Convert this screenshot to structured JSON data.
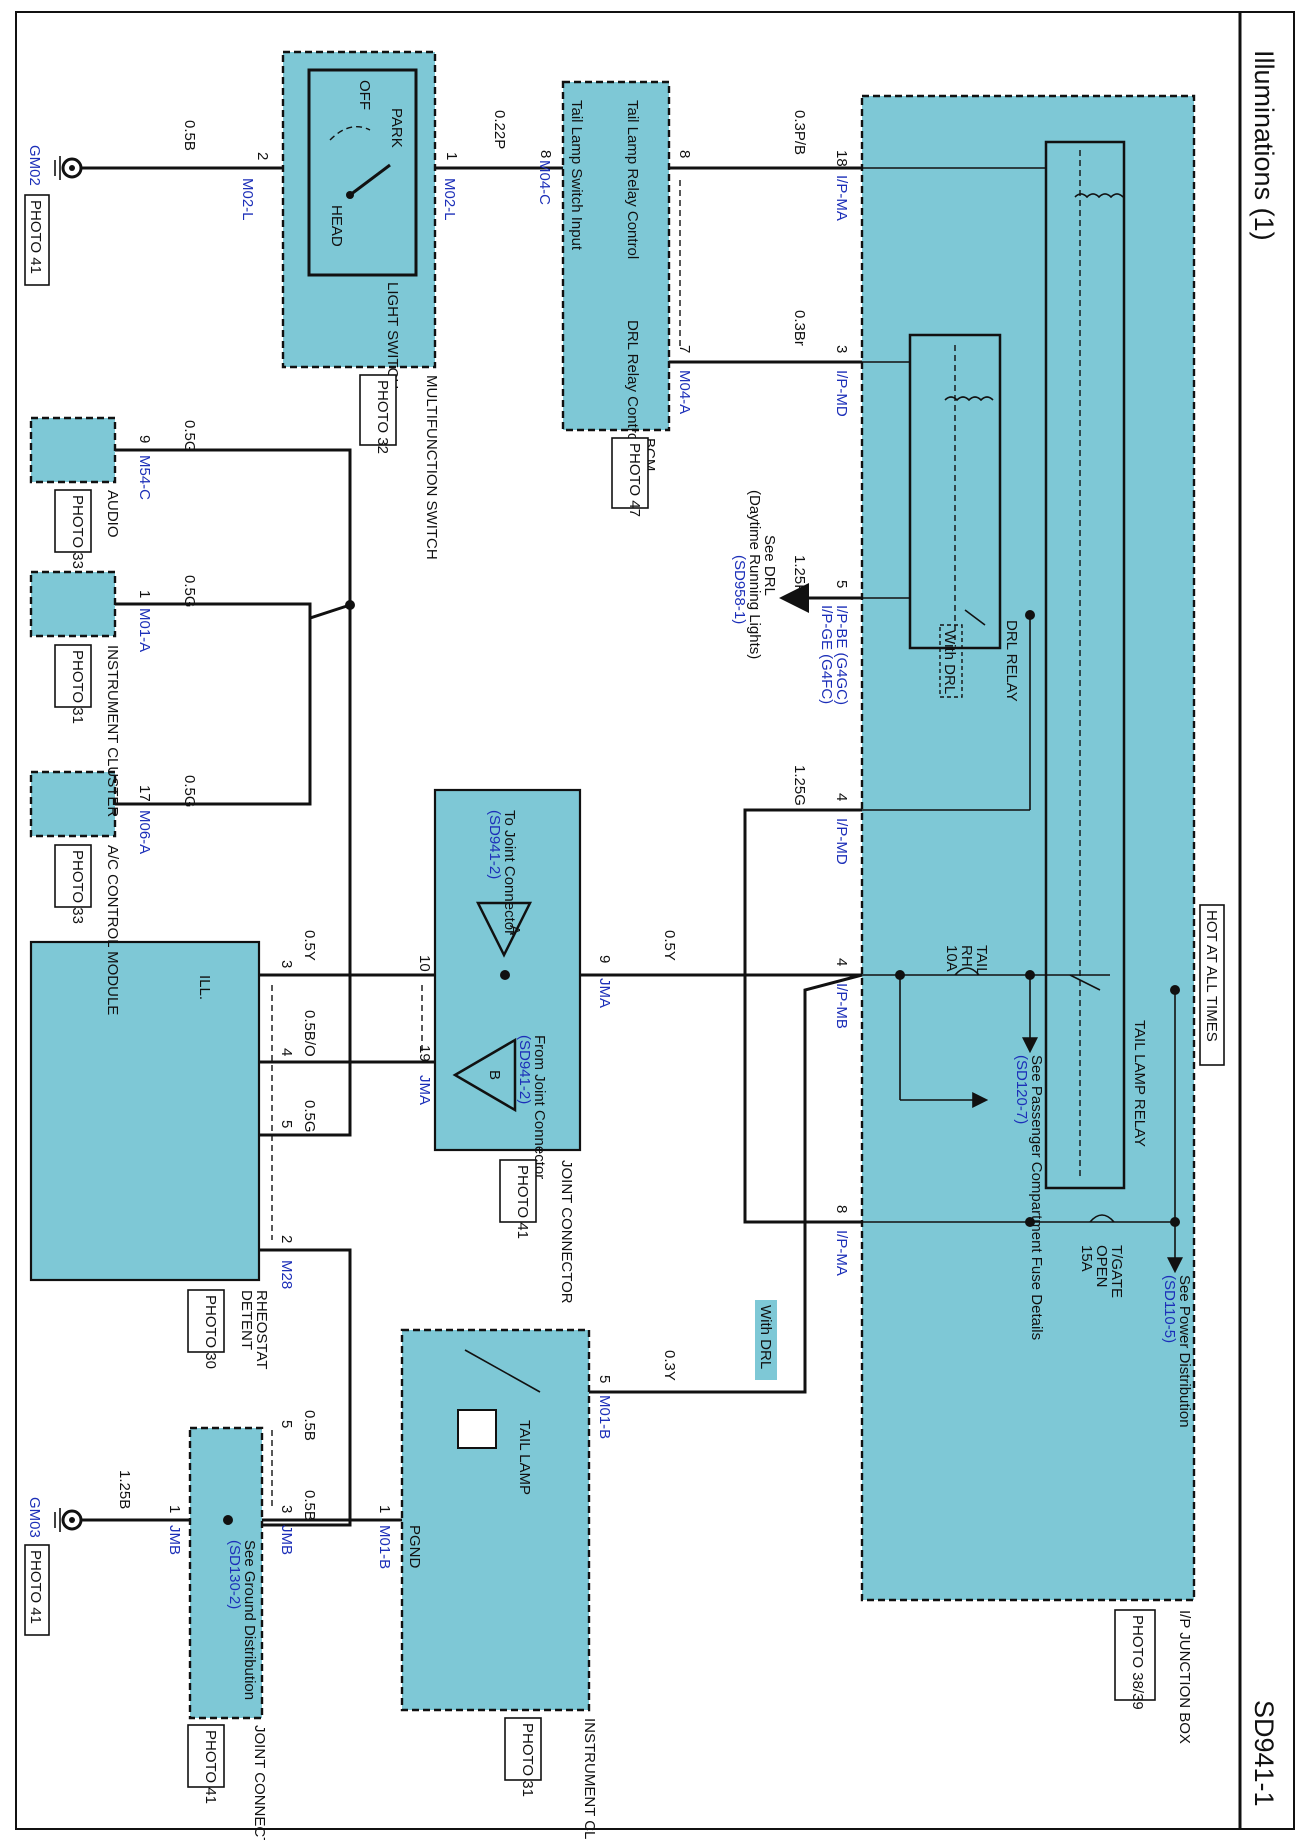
{
  "title": "Illuminations (1)",
  "page_code": "SD941-1",
  "hot_at_all_times": "HOT AT ALL TIMES",
  "grounds": [
    {
      "name": "GM02",
      "photo": "PHOTO 41"
    },
    {
      "name": "GM03",
      "photo": "PHOTO 41"
    }
  ],
  "light_switch": {
    "label": "LIGHT SWITCH",
    "module": "MULTIFUNCTION SWITCH",
    "photo": "PHOTO 32",
    "positions": [
      "OFF",
      "PARK",
      "HEAD"
    ],
    "left_connector": "M02-L",
    "right_connector": "M02-L",
    "left_pin": "2",
    "right_pin": "1"
  },
  "bcm": {
    "label": "BCM",
    "photo": "PHOTO 47",
    "input": "Tail Lamp Switch Input",
    "relay_ctrl": "Tail Lamp Relay Control",
    "drl_ctrl": "DRL Relay Control",
    "connector_c": "M04-C",
    "connector_a": "M04-A",
    "pin8_in": "8",
    "pin8_out": "8",
    "pin7": "7"
  },
  "junction_box": {
    "label": "I/P JUNCTION BOX",
    "photo": "PHOTO 38/39",
    "tail_relay": "TAIL LAMP RELAY",
    "drl_relay": "DRL RELAY",
    "with_drl": "With DRL",
    "fuse_tail": [
      "TAIL",
      "RH",
      "10A"
    ],
    "fuse_tgate": [
      "T/GATE",
      "OPEN",
      "15A"
    ],
    "see_power": "See Power Distribution",
    "see_power_ref": "(SD110-5)",
    "see_fuse": "See Passenger Compartment Fuse Details",
    "see_fuse_ref": "(SD120-7)",
    "connectors": [
      {
        "pin": "18",
        "name": "I/P-MA"
      },
      {
        "pin": "3",
        "name": "I/P-MD"
      },
      {
        "pin": "5",
        "name": "I/P-BE (G4GC)",
        "name2": "I/P-GE (G4FC)"
      },
      {
        "pin": "4",
        "name": "I/P-MD"
      },
      {
        "pin": "4",
        "name": "I/P-MB"
      },
      {
        "pin": "8",
        "name": "I/P-MA"
      }
    ]
  },
  "drl_ref": {
    "line1": "See DRL",
    "line2": "(Daytime Running Lights)",
    "ref": "(SD958-1)"
  },
  "wires": {
    "w1": "0.5B",
    "w2": "0.22P",
    "w3": "0.3P/B",
    "w4": "0.3Br",
    "w5": "1.25P",
    "w6": "1.25G",
    "w7": "0.5Y",
    "w8": "0.3Y",
    "w9": "0.5G",
    "w10": "0.5G",
    "w11": "0.5G",
    "w12": "0.5Y",
    "w13": "0.5B/O",
    "w14": "0.5G",
    "w15": "0.5B",
    "w16": "0.5B",
    "w17": "1.25B"
  },
  "audio": {
    "label": "AUDIO",
    "photo": "PHOTO 33",
    "connector": "M54-C",
    "pin": "9"
  },
  "cluster": {
    "label": "INSTRUMENT CLUSTER",
    "photo": "PHOTO 31",
    "connector": "M01-A",
    "pin": "1"
  },
  "ac": {
    "label": "A/C CONTROL MODULE",
    "photo": "PHOTO 33",
    "connector": "M06-A",
    "pin": "17"
  },
  "joint_connector": {
    "label": "JOINT CONNECTOR",
    "photo": "PHOTO 41",
    "to_text": "To Joint Connector",
    "to_ref": "(SD941-2)",
    "from_text": "From Joint Connector",
    "from_ref": "(SD941-2)",
    "marker_a": "A",
    "marker_b": "B",
    "connector": "JMA",
    "pin10": "10",
    "pin9": "9",
    "pin19": "19"
  },
  "rheostat": {
    "label": "RHEOSTAT",
    "label2": "DETENT",
    "photo": "PHOTO 30",
    "ill": "ILL.",
    "connector": "M28",
    "pins": [
      "3",
      "4",
      "5",
      "2"
    ]
  },
  "tail_cluster": {
    "label": "TAIL LAMP",
    "module": "INSTRUMENT CLUSTER",
    "photo": "PHOTO 31",
    "connector_b": "M01-B",
    "connector_b2": "M01-B",
    "pgnd": "PGND",
    "pin5": "5",
    "pin1": "1"
  },
  "with_drl_tag": "With DRL",
  "jmb": {
    "label": "JOINT CONNECTOR",
    "photo": "PHOTO 41",
    "connector": "JMB",
    "connector2": "JMB",
    "see_ground": "See Ground Distribution",
    "see_ground_ref": "(SD130-2)",
    "pins": [
      "5",
      "3",
      "1"
    ]
  }
}
